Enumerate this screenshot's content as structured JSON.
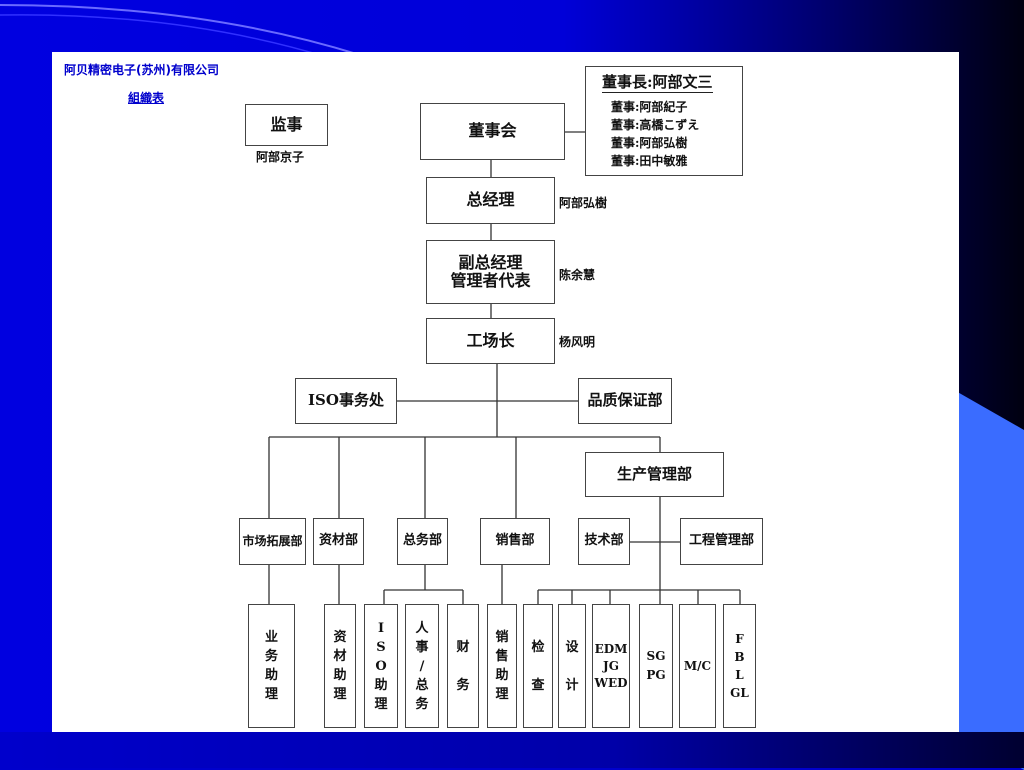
{
  "header": {
    "company": "阿贝精密电子(苏州)有限公司",
    "subtitle": "組織表"
  },
  "org": {
    "auditor": {
      "title": "监事",
      "name": "阿部京子"
    },
    "board": {
      "title": "董事会"
    },
    "board_list": {
      "chair": "董事長:阿部文三",
      "members": [
        "董事:阿部紀子",
        "董事:高橋こずえ",
        "董事:阿部弘樹",
        "董事:田中敏雅"
      ]
    },
    "gm": {
      "title": "总经理",
      "name": "阿部弘樹"
    },
    "vgm": {
      "title_line1": "副总经理",
      "title_line2": "管理者代表",
      "name": "陈余慧"
    },
    "plant_manager": {
      "title": "工场长",
      "name": "杨风明"
    },
    "iso_office": "ISO事务处",
    "quality_dept": "品质保证部",
    "production_dept": "生产管理部",
    "departments": {
      "market": "市场拓展部",
      "materials": "资材部",
      "general": "总务部",
      "sales": "销售部",
      "tech": "技术部",
      "engineering": "工程管理部"
    },
    "units": {
      "sales_assist": "业\n务\n助\n理",
      "materials_assist": "资\n材\n助\n理",
      "iso_assist": "I\nS\nO\n助\n理",
      "hr": "人\n事\n/\n总\n务",
      "finance": "财\n\n务",
      "sales_assist2": "销\n售\n助\n理",
      "inspection": "检\n\n查",
      "design": "设\n\n计",
      "edm": "EDM\nJG\nWED",
      "sg": "SG\nPG",
      "mc": "M/C",
      "fblgl": "F\nB\nL\nGL"
    }
  }
}
